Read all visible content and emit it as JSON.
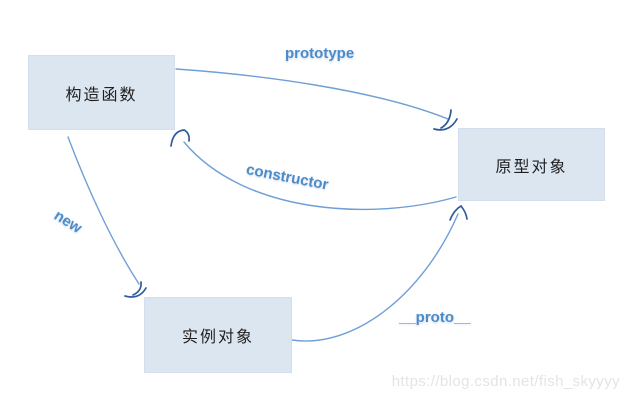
{
  "nodes": {
    "constructor_function": "构造函数",
    "prototype_object": "原型对象",
    "instance_object": "实例对象"
  },
  "edges": {
    "prototype": "prototype",
    "constructor": "constructor",
    "new": "new",
    "proto": "__proto__"
  },
  "colors": {
    "node_fill": "#dce6f1",
    "arrow_line": "#6f9fd6",
    "arrow_head": "#2f5b9d",
    "edge_label_text": "#4c8bc9",
    "node_text": "#1f1f1f",
    "watermark_text": "#e4e4e4"
  },
  "watermark": "https://blog.csdn.net/fish_skyyyy"
}
